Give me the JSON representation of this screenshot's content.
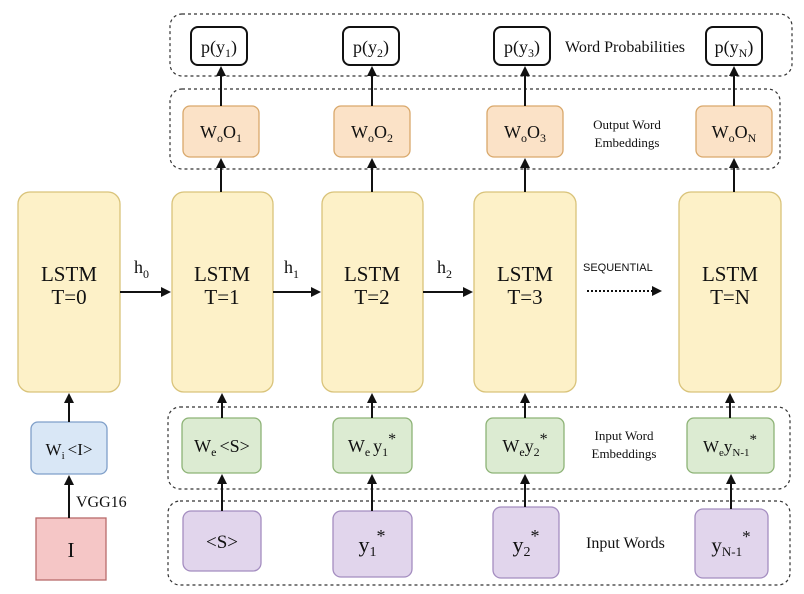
{
  "colors": {
    "lstm_fill": "#fdf1c8",
    "lstm_stroke": "#d9c37a",
    "output_fill": "#fbe2c7",
    "output_stroke": "#d9a86b",
    "input_emb_fill": "#dcebd2",
    "input_emb_stroke": "#8db376",
    "input_word_fill": "#e1d5ec",
    "input_word_stroke": "#a48dc0",
    "image_emb_fill": "#d9e7f6",
    "image_emb_stroke": "#7f9fc9",
    "image_fill": "#f5c6c6",
    "image_stroke": "#b86b6b",
    "prob_fill": "#ffffff",
    "prob_stroke": "#111111",
    "arrow": "#111111",
    "group_border": "#333333"
  },
  "labels": {
    "word_probabilities": "Word Probabilities",
    "output_word_embeddings": [
      "Output Word",
      "Embeddings"
    ],
    "input_word_embeddings": [
      "Input Word",
      "Embeddings"
    ],
    "input_words": "Input Words",
    "sequential": "SEQUENTIAL",
    "vgg16": "VGG16"
  },
  "lstm": [
    {
      "line1": "LSTM",
      "line2": "T=0"
    },
    {
      "line1": "LSTM",
      "line2": "T=1"
    },
    {
      "line1": "LSTM",
      "line2": "T=2"
    },
    {
      "line1": "LSTM",
      "line2": "T=3"
    },
    {
      "line1": "LSTM",
      "line2": "T=N"
    }
  ],
  "hidden": [
    {
      "base": "h",
      "sub": "0"
    },
    {
      "base": "h",
      "sub": "1"
    },
    {
      "base": "h",
      "sub": "2"
    }
  ],
  "probabilities": [
    {
      "pre": "p(y",
      "sub": "1",
      "post": ")"
    },
    {
      "pre": "p(y",
      "sub": "2",
      "post": ")"
    },
    {
      "pre": "p(y",
      "sub": "3",
      "post": ")"
    },
    {
      "pre": "p(y",
      "sub": "N",
      "post": ")"
    }
  ],
  "output_embeddings": [
    {
      "w": "W",
      "wsub": "o",
      "o": "O",
      "osub": "1"
    },
    {
      "w": "W",
      "wsub": "o",
      "o": "O",
      "osub": "2"
    },
    {
      "w": "W",
      "wsub": "o",
      "o": "O",
      "osub": "3"
    },
    {
      "w": "W",
      "wsub": "o",
      "o": "O",
      "osub": "N"
    }
  ],
  "image_embedding": {
    "w": "W",
    "wsub": "i",
    "rest": "<I>"
  },
  "image": {
    "label": "I"
  },
  "input_embeddings": [
    {
      "w": "W",
      "wsub": "e",
      "rest": "<S>",
      "restsub": "",
      "star": ""
    },
    {
      "w": "W",
      "wsub": "e",
      "rest": "y",
      "restsub": "1",
      "star": "*"
    },
    {
      "w": "W",
      "wsub": "e",
      "rest": "y",
      "restsub": "2",
      "star": "*"
    },
    {
      "w": "W",
      "wsub": "e",
      "rest": "y",
      "restsub": "N-1",
      "star": "*"
    }
  ],
  "input_words": [
    {
      "base": "<S>",
      "sub": "",
      "star": ""
    },
    {
      "base": "y",
      "sub": "1",
      "star": "*"
    },
    {
      "base": "y",
      "sub": "2",
      "star": "*"
    },
    {
      "base": "y",
      "sub": "N-1",
      "star": "*"
    }
  ]
}
